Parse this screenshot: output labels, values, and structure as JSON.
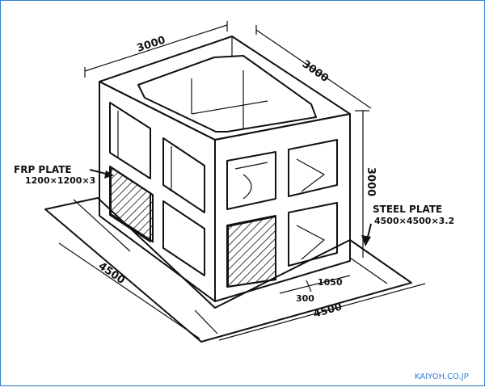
{
  "dimensions": {
    "top_left_width": "3000",
    "top_right_depth": "3000",
    "right_height": "3000",
    "base_left": "4500",
    "base_right": "4500",
    "gap_small": "300",
    "gap_large": "1050"
  },
  "labels": {
    "frp_title": "FRP PLATE",
    "frp_size": "1200×1200×3",
    "steel_title": "STEEL PLATE",
    "steel_size": "4500×4500×3.2"
  },
  "watermark": "KAIYOH.CO.JP"
}
